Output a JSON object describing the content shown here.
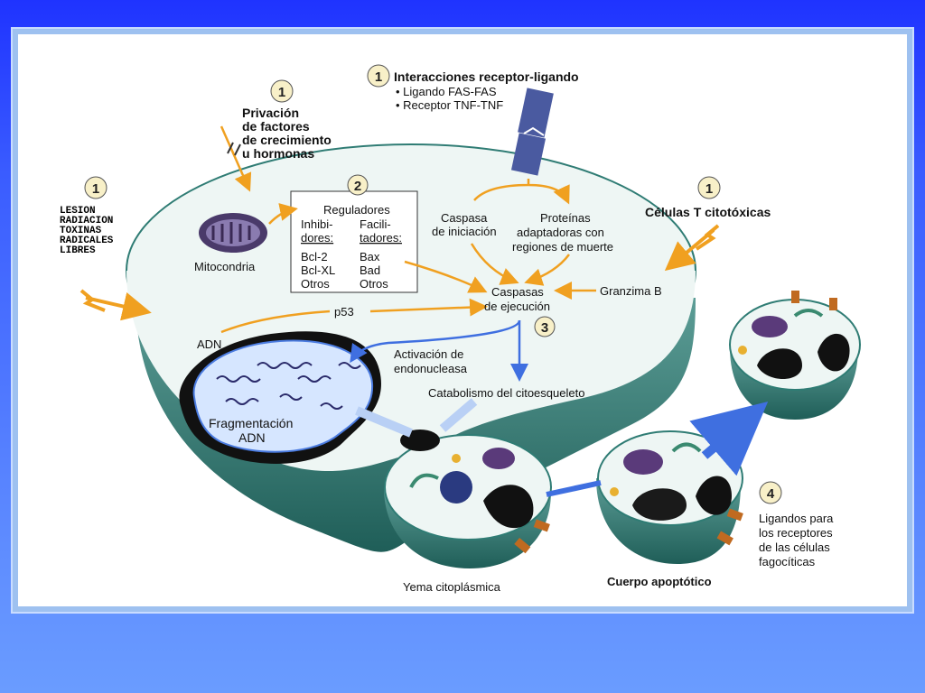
{
  "step_labels": {
    "one": "1",
    "two": "2",
    "three": "3",
    "four": "4"
  },
  "receptor": {
    "title": "Interacciones receptor-ligando",
    "bullets": [
      "Ligando FAS-FAS",
      "Receptor TNF-TNF"
    ]
  },
  "growth": {
    "lines": [
      "Privación",
      "de factores",
      "de crecimiento",
      "u hormonas"
    ]
  },
  "injury": {
    "lines": [
      "LESION",
      " RADIACION",
      "  TOXINAS",
      " RADICALES",
      "LIBRES"
    ]
  },
  "tcells": {
    "label": "Células T citotóxicas"
  },
  "mito": {
    "label": "Mitocondria"
  },
  "regulators": {
    "title": "Reguladores",
    "inhib_head": [
      "Inhibi-",
      "dores:"
    ],
    "inhib": [
      "Bcl-2",
      "Bcl-XL",
      "Otros"
    ],
    "facil_head": [
      "Facili-",
      "tadores:"
    ],
    "facil": [
      "Bax",
      "Bad",
      "Otros"
    ]
  },
  "caspasa_init": {
    "lines": [
      "Caspasa",
      "de iniciación"
    ]
  },
  "adaptors": {
    "lines": [
      "Proteínas",
      "adaptadoras con",
      "regiones de muerte"
    ]
  },
  "exec": {
    "lines": [
      "Caspasas",
      "de ejecución"
    ]
  },
  "granzima": {
    "label": "Granzima B"
  },
  "p53": {
    "label": "p53"
  },
  "adn": {
    "label": "ADN"
  },
  "endonuc": {
    "lines": [
      "Activación de",
      "endonucleasa"
    ]
  },
  "catab": {
    "label": "Catabolismo del citoesqueleto"
  },
  "frag": {
    "lines": [
      "Fragmentación",
      "ADN"
    ]
  },
  "yema": {
    "label": "Yema citoplásmica"
  },
  "cuerpo": {
    "label": "Cuerpo apoptótico"
  },
  "ligands": {
    "lines": [
      "Ligandos para",
      "los receptores",
      "de las células",
      "fagocíticas"
    ]
  },
  "colors": {
    "arrow": "#f0a020",
    "blue_arrow": "#3f6fe0",
    "cell_fill": "#eef6f4",
    "cell_edge": "#2f7c74"
  }
}
